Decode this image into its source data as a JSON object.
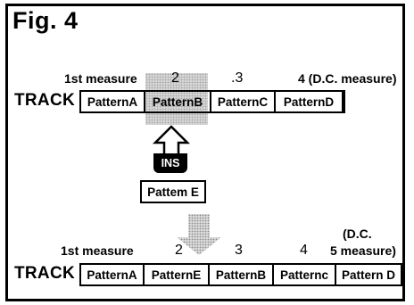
{
  "figure": {
    "title": "Fig. 4"
  },
  "top": {
    "measure_labels": {
      "first": "1st measure",
      "m2": "2",
      "m3": ".3",
      "m4": "4 (D.C. measure)"
    },
    "track_label": "TRACK",
    "cells": [
      "PatternA",
      "PatternB",
      "PatternC",
      "PatternD"
    ]
  },
  "insert": {
    "key_label": "INS",
    "pattern_label": "Pattem E"
  },
  "bottom": {
    "measure_labels": {
      "first": "1st measure",
      "m2": "2",
      "m3": "3",
      "m4": "4",
      "m5": "5 measure)",
      "dc": "(D.C."
    },
    "track_label": "TRACK",
    "cells": [
      "PatternA",
      "PatternE",
      "PatternB",
      "Patternc",
      "Pattern D"
    ]
  }
}
